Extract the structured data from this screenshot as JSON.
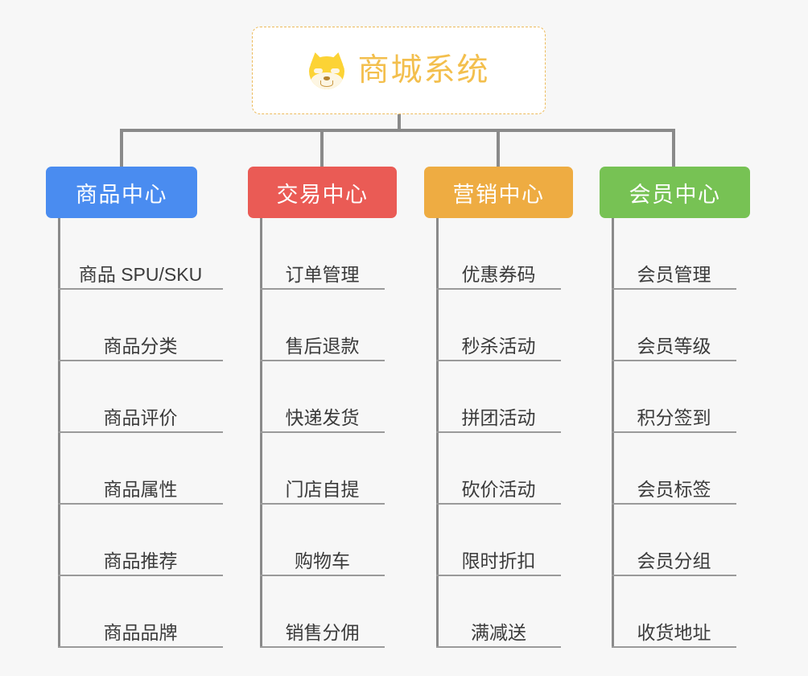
{
  "diagram": {
    "title": "商城系统",
    "type": "org-chart",
    "background_color": "#f7f7f7",
    "connector_color": "#8a8a8a"
  },
  "root": {
    "label": "商城系统",
    "icon": "shiba-dog-face-icon",
    "text_color": "#f3bf4d",
    "border_color": "#edbb5c",
    "background_color": "#ffffff"
  },
  "columns": [
    {
      "id": "product-center",
      "header": "商品中心",
      "color": "#4a8cf0",
      "items": [
        "商品 SPU/SKU",
        "商品分类",
        "商品评价",
        "商品属性",
        "商品推荐",
        "商品品牌"
      ]
    },
    {
      "id": "trade-center",
      "header": "交易中心",
      "color": "#ea5b55",
      "items": [
        "订单管理",
        "售后退款",
        "快递发货",
        "门店自提",
        "购物车",
        "销售分佣"
      ]
    },
    {
      "id": "marketing-center",
      "header": "营销中心",
      "color": "#eeac42",
      "items": [
        "优惠券码",
        "秒杀活动",
        "拼团活动",
        "砍价活动",
        "限时折扣",
        "满减送"
      ]
    },
    {
      "id": "member-center",
      "header": "会员中心",
      "color": "#77c council",
      "items": [
        "会员管理",
        "会员等级",
        "积分签到",
        "会员标签",
        "会员分组",
        "收货地址"
      ]
    }
  ]
}
